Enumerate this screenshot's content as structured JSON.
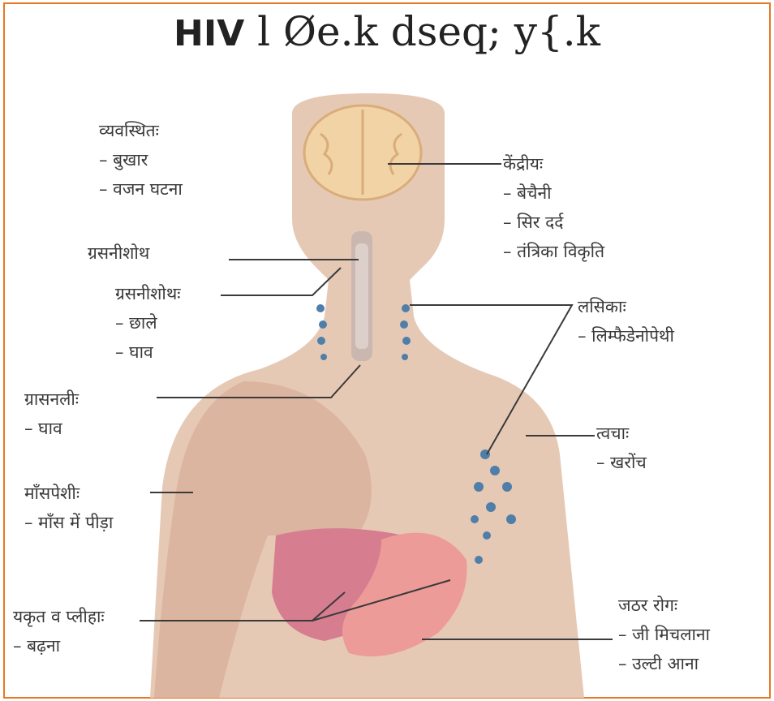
{
  "title": {
    "prefix": "HIV",
    "main": "l Øe.k dseq; y{.k"
  },
  "colors": {
    "frame": "#e87722",
    "skin": "#e6c9b5",
    "brain": "#f1d3a6",
    "organ": "#d67d8f",
    "stomach": "#ec9b98",
    "lymph": "#4f7fa8",
    "line": "#3a3a3a"
  },
  "groups": {
    "systemic": {
      "heading": "व्यवस्थितः",
      "items": [
        "– बुखार",
        "– वजन घटना"
      ]
    },
    "central": {
      "heading": "केंद्रीयः",
      "items": [
        "– बेचैनी",
        "– सिर दर्द",
        "– तंत्रिका विकृति"
      ]
    },
    "pharyngitis": {
      "heading": "ग्रसनीशोथ"
    },
    "pharyngitis2": {
      "heading": "ग्रसनीशोथः",
      "items": [
        "– छाले",
        "– घाव"
      ]
    },
    "lymph": {
      "heading": "लसिकाः",
      "items": [
        "– लिम्फैडेनोपेथी"
      ]
    },
    "esophagus": {
      "heading": "ग्रासनलीः",
      "items": [
        "– घाव"
      ]
    },
    "skin": {
      "heading": "त्वचाः",
      "items": [
        "– खरोंच"
      ]
    },
    "muscle": {
      "heading": "माँसपेशीः",
      "items": [
        "– माँस में पीड़ा"
      ]
    },
    "liver": {
      "heading": "यकृत व प्लीहाः",
      "items": [
        "– बढ़ना"
      ]
    },
    "gastric": {
      "heading": "जठर रोगः",
      "items": [
        "– जी मिचलाना",
        "– उल्टी आना"
      ]
    }
  }
}
